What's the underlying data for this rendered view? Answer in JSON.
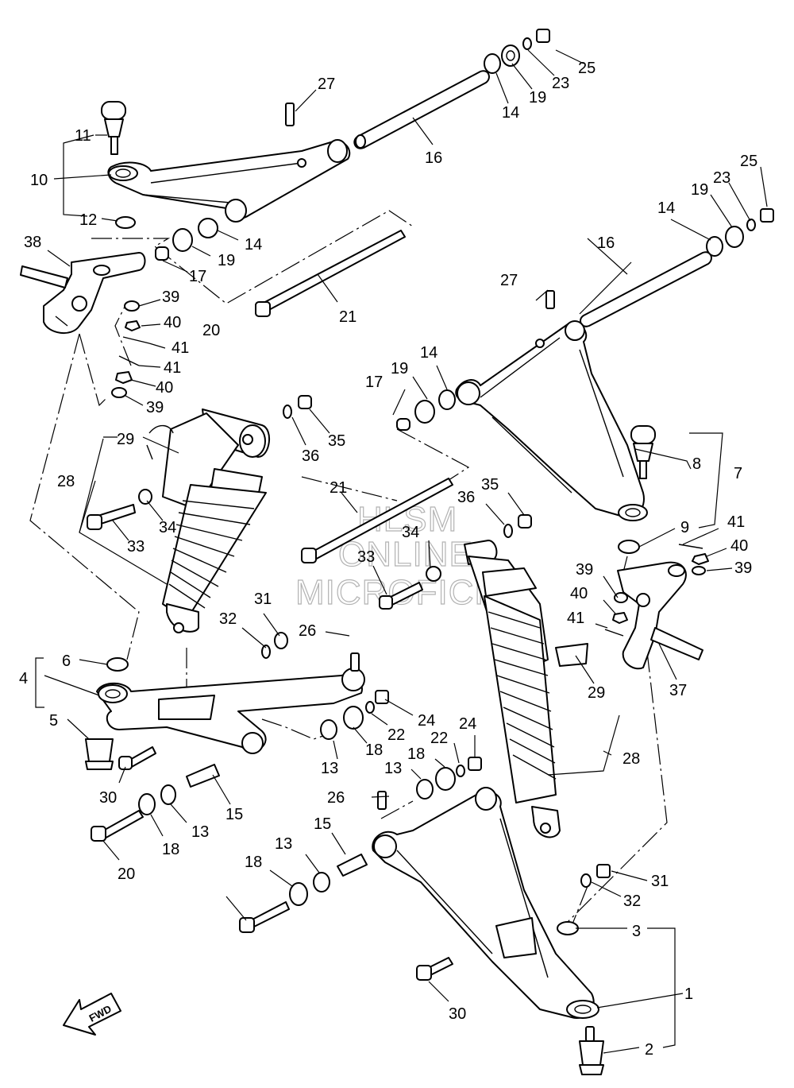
{
  "watermark": {
    "line1": "HLSM",
    "line2": "ONLINE",
    "line3": "MICROFICHE"
  },
  "direction_label": "FWD",
  "callouts": [
    {
      "id": "c1",
      "label": "1"
    },
    {
      "id": "c2",
      "label": "2"
    },
    {
      "id": "c3",
      "label": "3"
    },
    {
      "id": "c4",
      "label": "4"
    },
    {
      "id": "c5",
      "label": "5"
    },
    {
      "id": "c6",
      "label": "6"
    },
    {
      "id": "c7",
      "label": "7"
    },
    {
      "id": "c8",
      "label": "8"
    },
    {
      "id": "c9",
      "label": "9"
    },
    {
      "id": "c10",
      "label": "10"
    },
    {
      "id": "c11",
      "label": "11"
    },
    {
      "id": "c12",
      "label": "12"
    },
    {
      "id": "c13a",
      "label": "13"
    },
    {
      "id": "c13b",
      "label": "13"
    },
    {
      "id": "c13c",
      "label": "13"
    },
    {
      "id": "c13d",
      "label": "13"
    },
    {
      "id": "c14a",
      "label": "14"
    },
    {
      "id": "c14b",
      "label": "14"
    },
    {
      "id": "c14c",
      "label": "14"
    },
    {
      "id": "c14d",
      "label": "14"
    },
    {
      "id": "c15a",
      "label": "15"
    },
    {
      "id": "c15b",
      "label": "15"
    },
    {
      "id": "c16a",
      "label": "16"
    },
    {
      "id": "c16b",
      "label": "16"
    },
    {
      "id": "c17a",
      "label": "17"
    },
    {
      "id": "c17b",
      "label": "17"
    },
    {
      "id": "c18a",
      "label": "18"
    },
    {
      "id": "c18b",
      "label": "18"
    },
    {
      "id": "c18c",
      "label": "18"
    },
    {
      "id": "c18d",
      "label": "18"
    },
    {
      "id": "c19a",
      "label": "19"
    },
    {
      "id": "c19b",
      "label": "19"
    },
    {
      "id": "c19c",
      "label": "19"
    },
    {
      "id": "c19d",
      "label": "19"
    },
    {
      "id": "c20a",
      "label": "20"
    },
    {
      "id": "c20b",
      "label": "20"
    },
    {
      "id": "c21a",
      "label": "21"
    },
    {
      "id": "c21b",
      "label": "21"
    },
    {
      "id": "c22a",
      "label": "22"
    },
    {
      "id": "c22b",
      "label": "22"
    },
    {
      "id": "c23a",
      "label": "23"
    },
    {
      "id": "c23b",
      "label": "23"
    },
    {
      "id": "c24a",
      "label": "24"
    },
    {
      "id": "c24b",
      "label": "24"
    },
    {
      "id": "c25a",
      "label": "25"
    },
    {
      "id": "c25b",
      "label": "25"
    },
    {
      "id": "c26a",
      "label": "26"
    },
    {
      "id": "c26b",
      "label": "26"
    },
    {
      "id": "c27a",
      "label": "27"
    },
    {
      "id": "c27b",
      "label": "27"
    },
    {
      "id": "c28a",
      "label": "28"
    },
    {
      "id": "c28b",
      "label": "28"
    },
    {
      "id": "c29a",
      "label": "29"
    },
    {
      "id": "c29b",
      "label": "29"
    },
    {
      "id": "c30a",
      "label": "30"
    },
    {
      "id": "c30b",
      "label": "30"
    },
    {
      "id": "c31a",
      "label": "31"
    },
    {
      "id": "c31b",
      "label": "31"
    },
    {
      "id": "c32a",
      "label": "32"
    },
    {
      "id": "c32b",
      "label": "32"
    },
    {
      "id": "c33a",
      "label": "33"
    },
    {
      "id": "c33b",
      "label": "33"
    },
    {
      "id": "c34a",
      "label": "34"
    },
    {
      "id": "c34b",
      "label": "34"
    },
    {
      "id": "c35a",
      "label": "35"
    },
    {
      "id": "c35b",
      "label": "35"
    },
    {
      "id": "c36a",
      "label": "36"
    },
    {
      "id": "c36b",
      "label": "36"
    },
    {
      "id": "c37",
      "label": "37"
    },
    {
      "id": "c38",
      "label": "38"
    },
    {
      "id": "c39a",
      "label": "39"
    },
    {
      "id": "c39b",
      "label": "39"
    },
    {
      "id": "c39c",
      "label": "39"
    },
    {
      "id": "c39d",
      "label": "39"
    },
    {
      "id": "c40a",
      "label": "40"
    },
    {
      "id": "c40b",
      "label": "40"
    },
    {
      "id": "c40c",
      "label": "40"
    },
    {
      "id": "c40d",
      "label": "40"
    },
    {
      "id": "c41a",
      "label": "41"
    },
    {
      "id": "c41b",
      "label": "41"
    },
    {
      "id": "c41c",
      "label": "41"
    },
    {
      "id": "c41d",
      "label": "41"
    }
  ]
}
